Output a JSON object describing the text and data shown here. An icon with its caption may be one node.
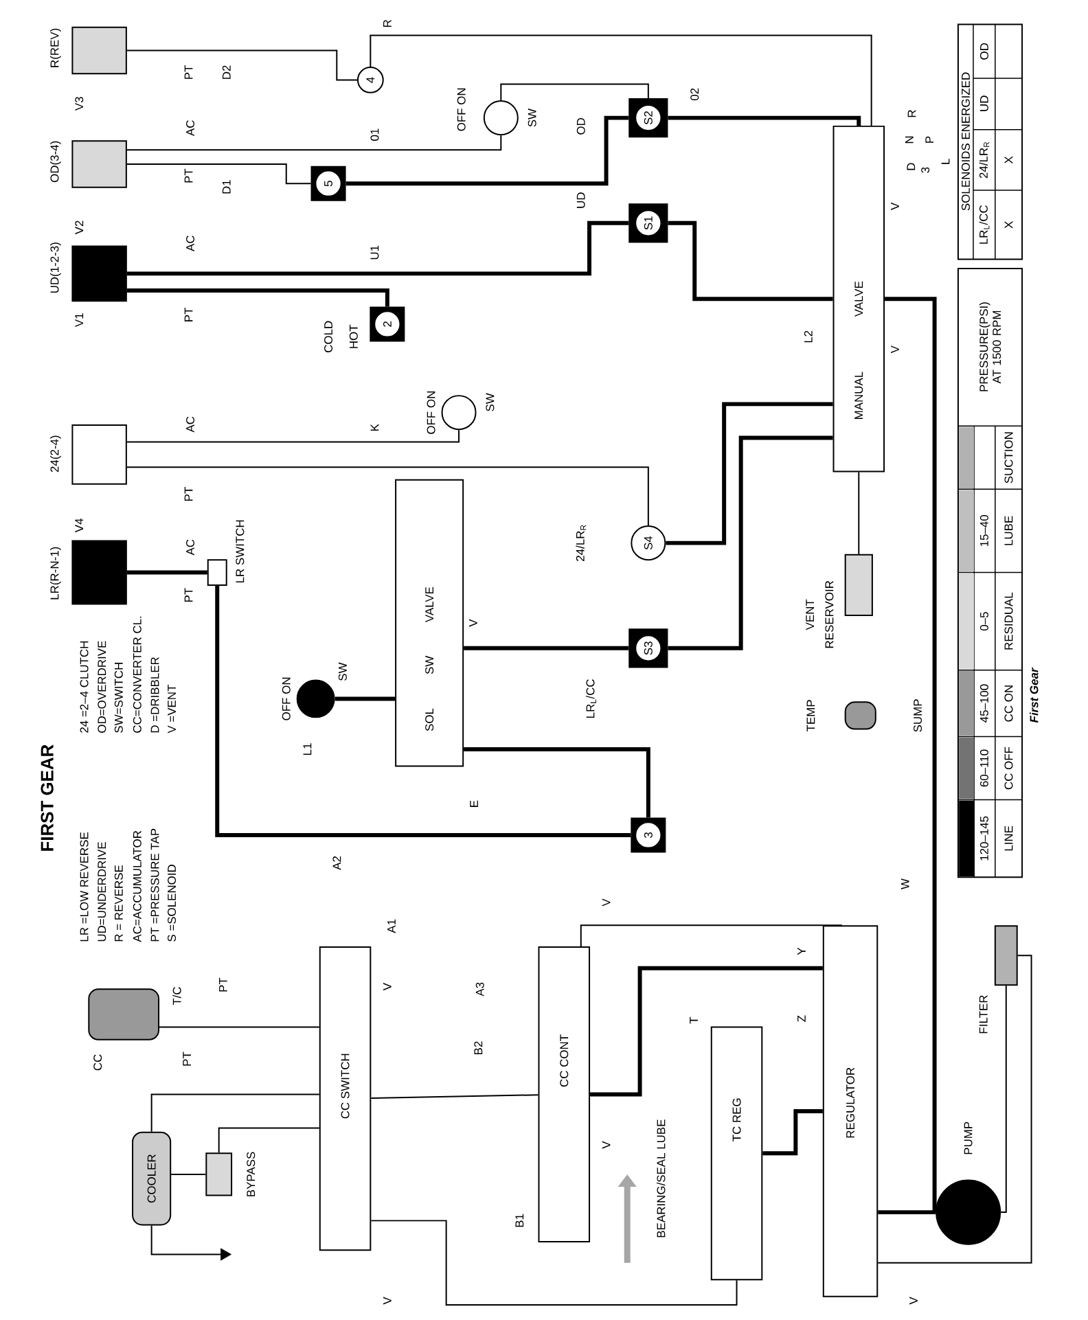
{
  "diagram": {
    "title": "FIRST GEAR",
    "caption": "First Gear",
    "nodes": [
      {
        "text": [
          "LR(R-N-1)"
        ],
        "beside": [
          "V4"
        ]
      },
      {
        "text": [
          "24(2-4)"
        ]
      },
      {
        "text": [
          "UD(1-2-3)"
        ],
        "beside": [
          "V1",
          "V2"
        ]
      },
      {
        "text": [
          "OD(3-4)"
        ]
      },
      {
        "text": [
          "R(REV)"
        ]
      },
      {
        "text": [
          "LR SWITCH"
        ]
      },
      {
        "text": [
          "SOL",
          "SW",
          "VALVE"
        ]
      },
      {
        "text": [
          "MANUAL",
          "VALVE"
        ]
      },
      {
        "text": [
          "CC SWITCH"
        ]
      },
      {
        "text": [
          "CC CONT"
        ]
      },
      {
        "text": [
          "TC REG"
        ]
      },
      {
        "text": [
          "REGULATOR"
        ]
      },
      {
        "text": [
          "PUMP"
        ]
      },
      {
        "text": [
          "FILTER"
        ]
      },
      {
        "text": [
          "COOLER"
        ]
      },
      {
        "text": [
          "BYPASS"
        ]
      },
      {
        "text": [
          "T/C"
        ],
        "beside": [
          "CC"
        ]
      },
      {
        "text": [
          "S1"
        ]
      },
      {
        "text": [
          "S2"
        ]
      },
      {
        "text": [
          "S3"
        ]
      },
      {
        "text": [
          "S4"
        ]
      },
      {
        "text": [
          "5"
        ]
      },
      {
        "text": [
          "2"
        ]
      },
      {
        "text": [
          "3"
        ]
      },
      {
        "text": [
          "4"
        ]
      },
      {
        "text": [
          "SW"
        ],
        "beside": [
          "OFF ON"
        ]
      },
      {
        "text": [
          "SW"
        ],
        "beside": [
          "OFF ON"
        ]
      },
      {
        "text": [
          "SW"
        ],
        "beside": [
          "OFF ON"
        ]
      },
      {
        "text": [
          "RESERVOIR"
        ],
        "beside": [
          "VENT"
        ]
      },
      {
        "text": [
          "SUMP"
        ],
        "beside": [
          "TEMP"
        ]
      }
    ],
    "edges": [
      {
        "from": 13,
        "to": 12,
        "arrow": "none"
      },
      {
        "from": 12,
        "to": 11,
        "arrow": "none",
        "style": "thick"
      },
      {
        "from": 11,
        "to": 10,
        "arrow": "none",
        "style": "thick"
      },
      {
        "from": 12,
        "to": 7,
        "arrow": "none",
        "style": "thick"
      },
      {
        "from": 7,
        "to": 17,
        "arrow": "none",
        "style": "thick"
      },
      {
        "from": 7,
        "to": 18,
        "arrow": "none",
        "style": "thick"
      },
      {
        "from": 7,
        "to": 19,
        "arrow": "none",
        "style": "thick"
      },
      {
        "from": 7,
        "to": 20,
        "arrow": "none",
        "style": "thick"
      },
      {
        "from": 17,
        "to": 2,
        "arrow": "none",
        "style": "thick"
      },
      {
        "from": 18,
        "to": 21,
        "arrow": "none",
        "style": "thick"
      },
      {
        "from": 21,
        "to": 3,
        "arrow": "none"
      },
      {
        "from": 22,
        "to": 2,
        "arrow": "none",
        "style": "thick"
      },
      {
        "from": 19,
        "to": 6,
        "arrow": "none",
        "style": "thick"
      },
      {
        "from": 20,
        "to": 1,
        "arrow": "none"
      },
      {
        "from": 23,
        "to": 5,
        "arrow": "none",
        "style": "thick"
      },
      {
        "from": 5,
        "to": 0,
        "arrow": "none",
        "style": "thick"
      },
      {
        "from": 24,
        "to": 4,
        "arrow": "none"
      },
      {
        "from": 6,
        "to": 23,
        "arrow": "none",
        "style": "thick"
      },
      {
        "from": 9,
        "to": 8,
        "arrow": "none"
      },
      {
        "from": 8,
        "to": 16,
        "arrow": "none"
      },
      {
        "from": 8,
        "to": 14,
        "arrow": "none"
      },
      {
        "from": 10,
        "to": 8,
        "arrow": "none"
      },
      {
        "from": 25,
        "to": 3,
        "arrow": "none"
      },
      {
        "from": 26,
        "to": 1,
        "arrow": "none"
      },
      {
        "from": 27,
        "to": 6,
        "arrow": "none",
        "style": "thick"
      },
      {
        "from": 14,
        "to": null,
        "arrow": "to"
      },
      {
        "from": 15,
        "to": 14,
        "arrow": "none"
      },
      {
        "from": 11,
        "to": 9,
        "arrow": "none",
        "style": "thick"
      },
      {
        "from": 28,
        "to": 7,
        "arrow": "none"
      },
      {
        "from": 7,
        "to": 24,
        "arrow": "none"
      },
      {
        "from": 9,
        "to": 11,
        "arrow": "none"
      },
      {
        "from": 18,
        "to": 25,
        "arrow": "none"
      },
      {
        "from": 8,
        "to": 15,
        "arrow": "none"
      },
      {
        "from": 13,
        "to": 11,
        "arrow": "none"
      }
    ],
    "labels": [
      "LR =LOW REVERSE",
      "UD=UNDERDRIVE",
      "R = REVERSE",
      "AC=ACCUMULATOR",
      "PT =PRESSURE TAP",
      "S =SOLENOID",
      "24 =2–4 CLUTCH",
      "OD=OVERDRIVE",
      "SW=SWITCH",
      "CC=CONVERTER CL.",
      "D =DRIBBLER",
      "V =VENT",
      "V3",
      "AC",
      "PT",
      "AC",
      "PT",
      "AC",
      "PT",
      "AC",
      "PT",
      "PT",
      "D1",
      "D2",
      "R",
      "01",
      "U1",
      "COLD",
      "HOT",
      "K",
      "L1",
      "E",
      "A2",
      "A1",
      "A3",
      "B2",
      "B1",
      "T",
      "W",
      "Y",
      "Z",
      "PT",
      "PT",
      "BEARING/SEAL LUBE",
      "UD",
      "OD",
      "02",
      "24/LR$_{R}$",
      "LR$_{L}$/CC",
      "L2",
      "V",
      "V",
      "V",
      "V",
      "V",
      "V",
      "V",
      "V",
      "R",
      "N",
      "P",
      "D",
      "3",
      "L",
      "PRESSURE(PSI) AT 1500 RPM",
      "120–145",
      "60–110",
      "45–100",
      "0–5",
      "15–40",
      "SOLENOIDS ENERGIZED",
      "LR$_{L}$/CC",
      "24/LR$_{R}$",
      "UD",
      "OD",
      "X",
      "X"
    ],
    "legend": [
      {
        "text": "LINE",
        "color": "#000000"
      },
      {
        "text": "CC OFF"
      },
      {
        "text": "CC ON"
      },
      {
        "text": "RESIDUAL"
      },
      {
        "text": "LUBE"
      },
      {
        "text": "SUCTION"
      }
    ]
  }
}
